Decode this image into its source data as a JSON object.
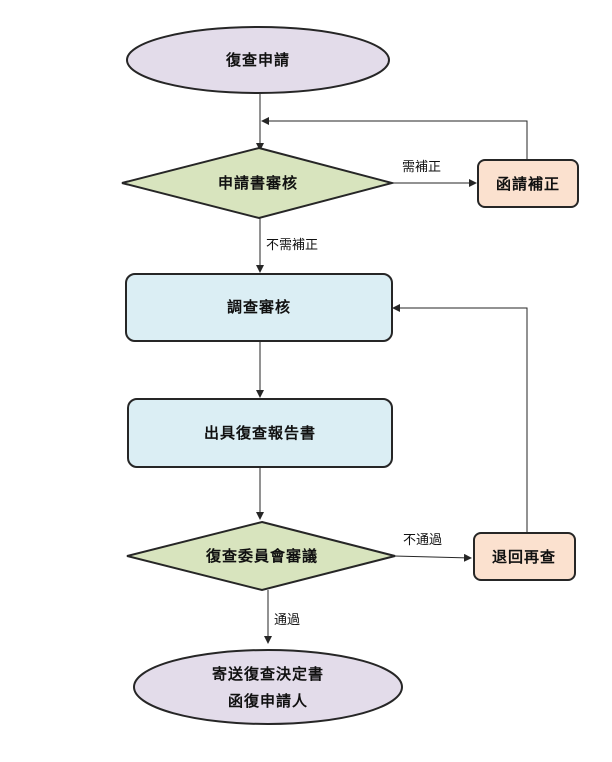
{
  "colors": {
    "terminal": "#e3dcea",
    "decision": "#d8e4be",
    "process": "#dbeef4",
    "side": "#fbe1cf",
    "line": "#262626"
  },
  "nodes": {
    "start": "復查申請",
    "application_review": "申請書審核",
    "supplement": "函請補正",
    "investigation_review": "調查審核",
    "issue_report": "出具復查報告書",
    "committee_review": "復查委員會審議",
    "return_review": "退回再查",
    "end_line1": "寄送復查決定書",
    "end_line2": "函復申請人"
  },
  "edges": {
    "needs_correction": "需補正",
    "no_correction": "不需補正",
    "not_passed": "不通過",
    "passed": "通過"
  }
}
